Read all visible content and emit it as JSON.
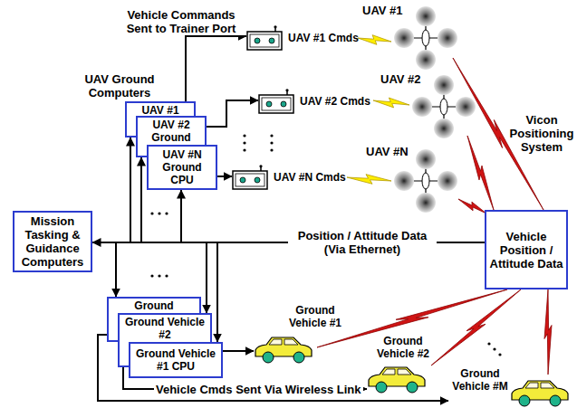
{
  "diagram": {
    "nodes": [
      {
        "text": [
          "Mission Tasking & Guidance Computers"
        ]
      },
      {
        "text": [
          "UAV #1"
        ]
      },
      {
        "text": [
          "UAV #2 Ground"
        ]
      },
      {
        "text": [
          "UAV #N Ground CPU"
        ]
      },
      {
        "text": [
          "UAV #1 Cmds"
        ]
      },
      {
        "text": [
          "UAV #2 Cmds"
        ]
      },
      {
        "text": [
          "UAV #N Cmds"
        ]
      },
      {
        "text": [
          "Vehicle Position / Attitude Data"
        ]
      },
      {
        "text": [
          "Ground"
        ]
      },
      {
        "text": [
          "Ground Vehicle #2"
        ]
      },
      {
        "text": [
          "Ground Vehicle #1 CPU"
        ]
      },
      {
        "text": [
          "Ground Vehicle #1"
        ]
      },
      {
        "text": [
          "Ground Vehicle #2"
        ]
      },
      {
        "text": [
          "Ground Vehicle #M"
        ]
      }
    ],
    "edges": [
      {
        "from": 1,
        "to": 4,
        "arrow": "to",
        "label": "Vehicle Commands Sent to Trainer Port"
      },
      {
        "from": 2,
        "to": 5,
        "arrow": "to"
      },
      {
        "from": 3,
        "to": 6,
        "arrow": "to"
      },
      {
        "from": 7,
        "to": 0,
        "arrow": "to",
        "label": "Position / Attitude Data (Via Ethernet)"
      },
      {
        "from": 7,
        "to": 1,
        "arrow": "to"
      },
      {
        "from": 7,
        "to": 2,
        "arrow": "to"
      },
      {
        "from": 7,
        "to": 3,
        "arrow": "to"
      },
      {
        "from": 7,
        "to": 8,
        "arrow": "to"
      },
      {
        "from": 7,
        "to": 9,
        "arrow": "to"
      },
      {
        "from": 7,
        "to": 10,
        "arrow": "to"
      },
      {
        "from": 10,
        "to": 11,
        "arrow": "to"
      },
      {
        "from": 9,
        "to": 12,
        "arrow": "to",
        "label": "Vehicle Cmds Sent Via Wireless Link"
      },
      {
        "from": 8,
        "to": 13,
        "arrow": "to"
      }
    ],
    "labels": [
      "UAV Ground Computers",
      "UAV #1",
      "UAV #2",
      "UAV #N",
      "Vicon Positioning System"
    ]
  }
}
